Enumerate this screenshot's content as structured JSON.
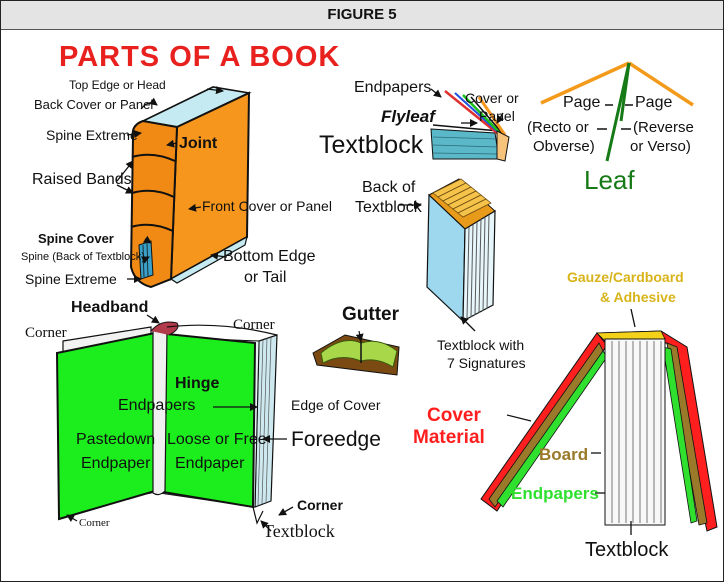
{
  "figure_title": "FIGURE 5",
  "main_title": "PARTS OF A BOOK",
  "colors": {
    "title_red": "#e8201e",
    "cover_orange": "#f7961d",
    "spine_blue": "#bfe6ee",
    "endpaper_green": "#19f01a",
    "gutter_green": "#a8d84a",
    "gutter_brown": "#7a4a12",
    "board_brown": "#9a7a2a",
    "gauze_yellow": "#f4d21a",
    "leaf_green": "#167a16",
    "leaf_orange": "#f39a1a",
    "cover_red": "#ff1f1f"
  },
  "closed_book": {
    "top_edge": "Top Edge or Head",
    "back_cover": "Back Cover or Panel",
    "spine_extreme_top": "Spine Extreme",
    "joint": "Joint",
    "raised_bands": "Raised Bands",
    "front_cover": "Front Cover or Panel",
    "spine_cover": "Spine Cover",
    "spine_back": "Spine (Back of Textblock)",
    "spine_extreme_bottom": "Spine Extreme",
    "bottom_edge_1": "Bottom Edge",
    "bottom_edge_2": "or Tail"
  },
  "open_book": {
    "headband": "Headband",
    "corner_top_left": "Corner",
    "corner_top_right": "Corner",
    "hinge": "Hinge",
    "endpapers": "Endpapers",
    "pastedown_1": "Pastedown",
    "pastedown_2": "Endpaper",
    "loose_1": "Loose or Free",
    "loose_2": "Endpaper",
    "edge_of_cover": "Edge of Cover",
    "foreedge": "Foreedge",
    "corner_bottom_right": "Corner",
    "corner_bottom_left": "Corner",
    "textblock": "Textblock"
  },
  "textblock_diagram": {
    "endpapers": "Endpapers",
    "cover_1": "Cover or",
    "cover_2": "Panel",
    "flyleaf": "Flyleaf",
    "textblock": "Textblock"
  },
  "signatures": {
    "back_1": "Back of",
    "back_2": "Textblock",
    "caption_1": "Textblock with",
    "caption_2": "7 Signatures"
  },
  "gutter": "Gutter",
  "leaf": {
    "page_left": "Page",
    "page_right": "Page",
    "recto_1": "(Recto or",
    "recto_2": "Obverse)",
    "reverse_1": "(Reverse",
    "reverse_2": "or Verso)",
    "leaf": "Leaf"
  },
  "cross_section": {
    "gauze_1": "Gauze/Cardboard",
    "gauze_2": "& Adhesive",
    "cover_1": "Cover",
    "cover_2": "Material",
    "board": "Board",
    "endpapers": "Endpapers",
    "textblock": "Textblock"
  }
}
